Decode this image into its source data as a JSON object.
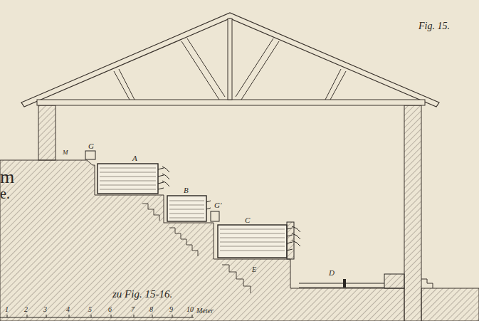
{
  "diagram": {
    "labels": [
      "Fig. 15.",
      "M",
      "G",
      "A",
      "B",
      "G'",
      "C",
      "E",
      "D",
      "m",
      "e.",
      "zu Fig. 15-16.",
      "1",
      "2",
      "3",
      "4",
      "5",
      "6",
      "7",
      "8",
      "9",
      "10",
      "Meter"
    ]
  }
}
